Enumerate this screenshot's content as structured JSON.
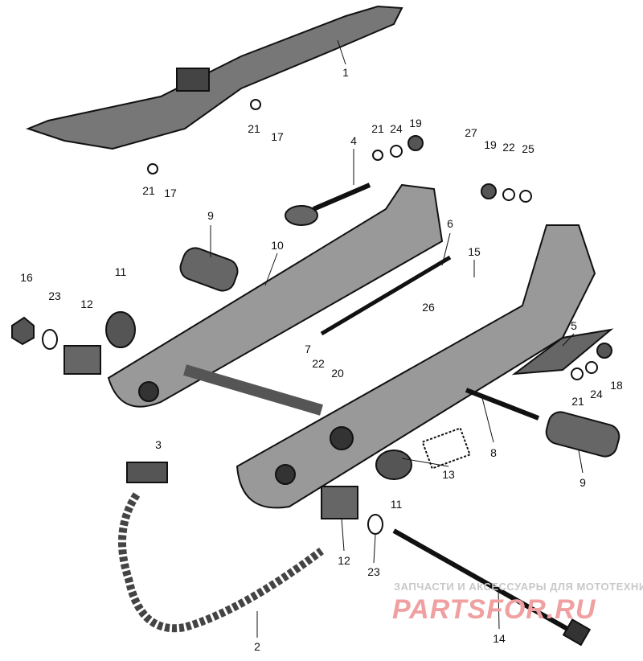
{
  "callouts": [
    "1",
    "21",
    "17",
    "21",
    "17",
    "4",
    "21",
    "24",
    "19",
    "27",
    "19",
    "22",
    "25",
    "9",
    "10",
    "6",
    "15",
    "16",
    "11",
    "23",
    "12",
    "26",
    "7",
    "22",
    "20",
    "5",
    "21",
    "24",
    "18",
    "8",
    "3",
    "13",
    "9",
    "11",
    "12",
    "23",
    "14",
    "2"
  ],
  "watermark": {
    "line1": "ЗАПЧАСТИ И АКСЕССУАРЫ ДЛЯ МОТОТЕХНИКИ",
    "line2": "PARTSFOR.RU"
  },
  "colors": {
    "ink": "#111111",
    "watermark_red": "#f0a0a0",
    "watermark_gray": "#c8c8c8"
  }
}
